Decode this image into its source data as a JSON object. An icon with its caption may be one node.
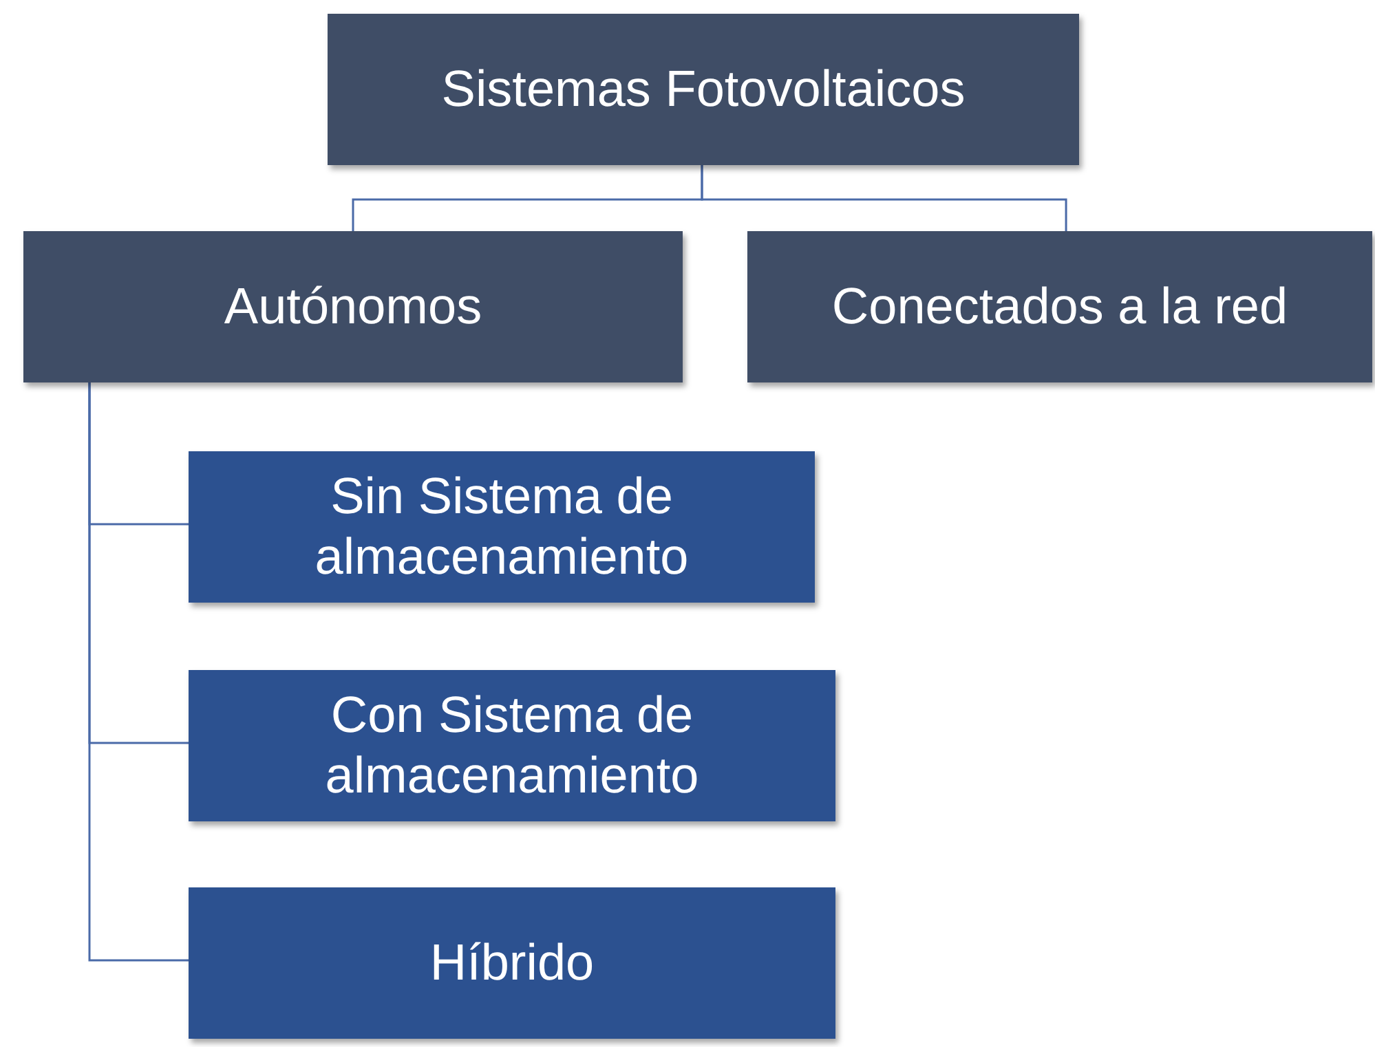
{
  "diagram": {
    "nodes": [
      {
        "text": [
          "Sistemas Fotovoltaicos"
        ]
      },
      {
        "text": [
          "Autónomos"
        ]
      },
      {
        "text": [
          "Conectados a la red"
        ]
      },
      {
        "text": [
          "Sin Sistema de almacenamiento"
        ]
      },
      {
        "text": [
          "Con Sistema de almacenamiento"
        ]
      },
      {
        "text": [
          "Híbrido"
        ]
      }
    ],
    "edges": [
      {
        "from": 0,
        "to": 1,
        "arrow": "none"
      },
      {
        "from": 0,
        "to": 2,
        "arrow": "none"
      },
      {
        "from": 1,
        "to": 3,
        "arrow": "none"
      },
      {
        "from": 1,
        "to": 4,
        "arrow": "none"
      },
      {
        "from": 1,
        "to": 5,
        "arrow": "none"
      }
    ]
  }
}
